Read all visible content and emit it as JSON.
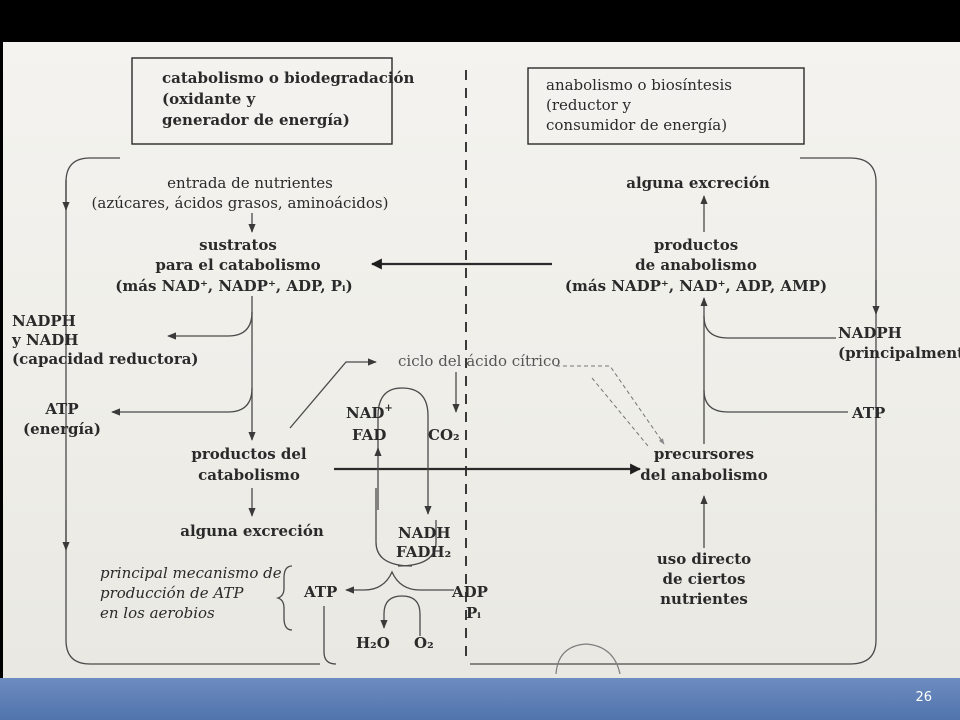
{
  "slide": {
    "page_number": "26"
  },
  "catabolism_box": {
    "line1": "catabolismo o biodegradación",
    "line2": "(oxidante y",
    "line3": "generador de energía)"
  },
  "anabolism_box": {
    "line1": "anabolismo o biosíntesis",
    "line2": "(reductor y",
    "line3": "consumidor de energía)"
  },
  "left": {
    "nutrients_line1": "entrada de nutrientes",
    "nutrients_line2": "(azúcares, ácidos grasos, aminoácidos)",
    "substrates_line1": "sustratos",
    "substrates_line2": "para el catabolismo",
    "substrates_line3": "(más NAD⁺, NADP⁺, ADP, Pᵢ)",
    "nadph_line1": "NADPH",
    "nadph_line2": "y NADH",
    "nadph_line3": "(capacidad reductora)",
    "atp_line1": "ATP",
    "atp_line2": "(energía)",
    "products_line1": "productos del",
    "products_line2": "catabolismo",
    "excretion": "alguna excreción",
    "mechanism_line1": "principal mecanismo de",
    "mechanism_line2": "producción de ATP",
    "mechanism_line3": "en los aerobios"
  },
  "center": {
    "citric_cycle": "ciclo del ácido cítrico",
    "nad": "NAD",
    "nad_sup": "+",
    "fad": "FAD",
    "co2": "CO₂",
    "nadh": "NADH",
    "fadh2": "FADH₂",
    "atp": "ATP",
    "adp": "ADP",
    "pi": "Pᵢ",
    "h2o": "H₂O",
    "o2": "O₂"
  },
  "right": {
    "excretion": "alguna excreción",
    "products_line1": "productos",
    "products_line2": "de anabolismo",
    "products_line3": "(más NADP⁺, NAD⁺, ADP, AMP)",
    "nadph_line1": "NADPH",
    "nadph_line2": "(principalmente)",
    "atp": "ATP",
    "precursors_line1": "precursores",
    "precursors_line2": "del anabolismo",
    "direct_line1": "uso directo",
    "direct_line2": "de ciertos",
    "direct_line3": "nutrientes"
  }
}
